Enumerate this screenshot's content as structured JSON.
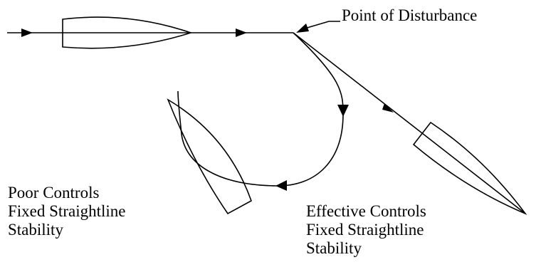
{
  "labels": {
    "disturbance": "Point of Disturbance",
    "poor": {
      "line1": "Poor Controls",
      "line2": "Fixed Straightline",
      "line3": "Stability"
    },
    "effective": {
      "line1": "Effective Controls",
      "line2": "Fixed Straightline",
      "line3": "Stability"
    }
  },
  "colors": {
    "stroke": "#000000",
    "background": "#ffffff"
  }
}
